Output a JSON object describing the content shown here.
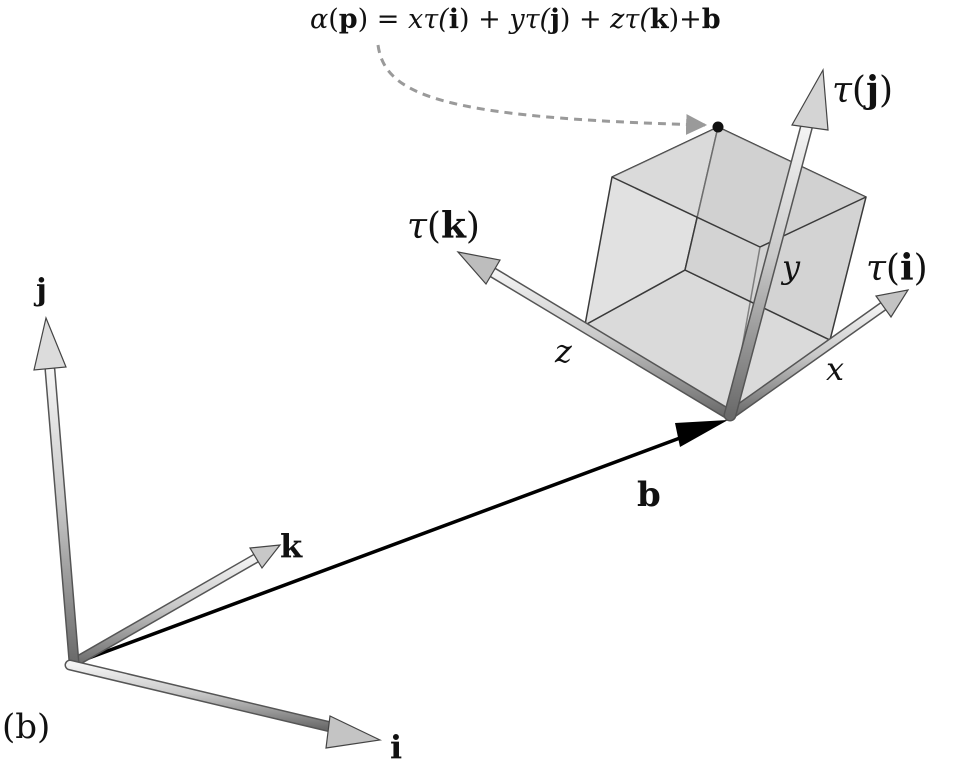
{
  "figure": {
    "panel_label": "(b)",
    "formula": {
      "alpha": "α",
      "open": "(",
      "p": "p",
      "close_eq": ") = ",
      "x": "x",
      "tau1": "τ(",
      "i": "i",
      "close_plus1": ") + ",
      "y": "y",
      "tau2": "τ(",
      "j": "j",
      "close_plus2": ") + ",
      "z": "z",
      "tau3": "τ(",
      "k": "k",
      "close_plus3": ")+",
      "b": "b"
    },
    "world_frame": {
      "i_label": "i",
      "j_label": "j",
      "k_label": "k"
    },
    "translation_label": "b",
    "transformed_frame": {
      "tau": "τ",
      "i": "i",
      "j": "j",
      "k": "k",
      "open": "(",
      "close": ")"
    },
    "coordinates": {
      "x": "x",
      "y": "y",
      "z": "z"
    },
    "colors": {
      "arrow_light": "#e2e2e2",
      "arrow_dark": "#6e6e6e",
      "box_fill": "#d9d9d9",
      "edge": "#3a3a3a",
      "leader": "#9a9a9a",
      "vector_b": "#000000"
    }
  }
}
